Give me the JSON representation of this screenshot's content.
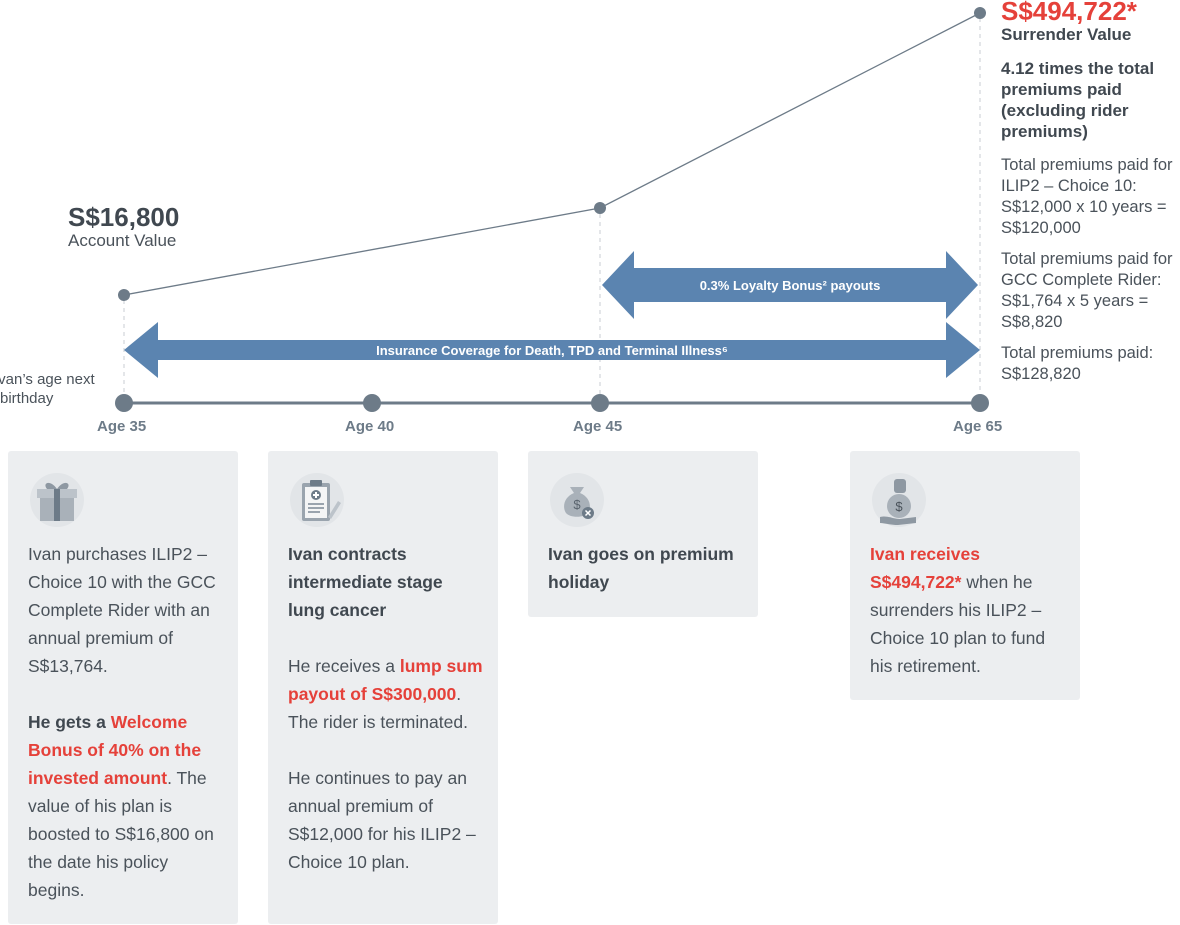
{
  "values": {
    "start_value": "S$16,800",
    "start_label": "Account Value",
    "end_value": "S$494,722*",
    "end_label": "Surrender Value"
  },
  "summary": {
    "headline": "4.12 times the total premiums paid (excluding rider premiums)",
    "lines": [
      "Total premiums paid for ILIP2 – Choice 10: S$12,000 x 10 years = S$120,000",
      "Total premiums paid for GCC Complete Rider: S$1,764 x 5 years = S$8,820",
      "Total premiums paid: S$128,820"
    ]
  },
  "timeline": {
    "axis_caption": "Ivan’s age next birthday",
    "ages": [
      "Age 35",
      "Age 40",
      "Age 45",
      "Age 65"
    ],
    "arrows": {
      "loyalty": "0.3% Loyalty Bonus² payouts",
      "coverage": "Insurance Coverage for Death, TPD and Terminal Illness⁶"
    }
  },
  "cards": {
    "c1": {
      "icon": "gift-icon",
      "p1": "Ivan purchases ILIP2 – Choice 10 with the GCC Complete Rider with an annual premium of S$13,764.",
      "p2_lead": "He gets a ",
      "p2_hl": "Welcome Bonus of 40% on the invested amount",
      "p2_tail": ". The value of his plan is boosted to S$16,800 on the date his policy begins."
    },
    "c2": {
      "icon": "medical-clipboard-icon",
      "title": "Ivan contracts intermediate stage lung cancer",
      "p1_lead": "He receives a ",
      "p1_hl": "lump sum payout of S$300,000",
      "p1_tail": ". The rider is terminated.",
      "p2": "He continues to pay an annual premium of S$12,000 for his ILIP2 – Choice 10 plan."
    },
    "c3": {
      "icon": "money-bag-paused-icon",
      "title": "Ivan goes on premium holiday"
    },
    "c4": {
      "icon": "hand-money-bag-icon",
      "lead_hl": "Ivan receives S$494,722*",
      "tail": " when he surrenders his ILIP2 – Choice 10 plan to fund his retirement."
    }
  },
  "colors": {
    "accent_red": "#e5413a",
    "arrow_blue": "#5b84b0",
    "axis_gray": "#6d7b88",
    "card_bg": "#eceef0"
  }
}
